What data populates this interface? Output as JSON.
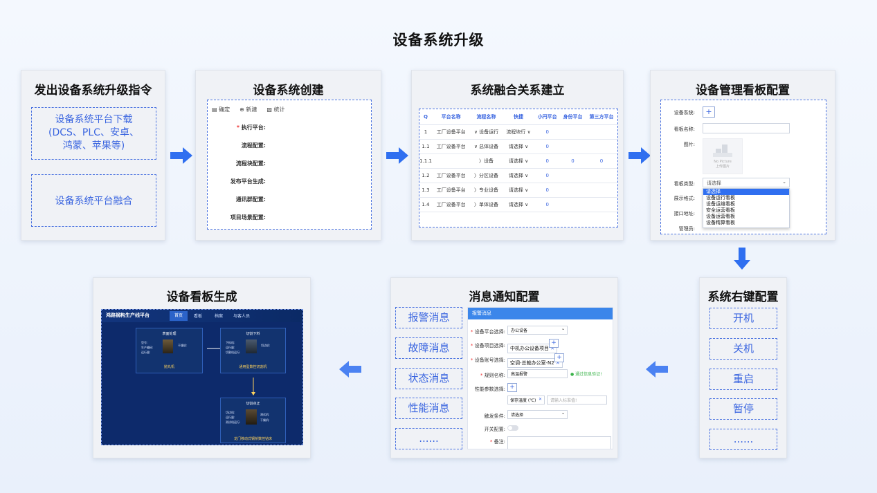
{
  "page_title": "设备系统升级",
  "colors": {
    "accent": "#3b66e0",
    "arrow": "#2f6ff0",
    "dark_panel": "#0d2a6b"
  },
  "cards": {
    "c1": {
      "title": "发出设备系统升级指令",
      "box1": "设备系统平台下载\n(DCS、PLC、安卓、\n鸿蒙、苹果等)",
      "box2": "设备系统平台融合"
    },
    "c2": {
      "title": "设备系统创建",
      "toolbar": [
        "确定",
        "新建",
        "统计"
      ],
      "required_mark": "*",
      "fields": [
        "执行平台:",
        "流程配置:",
        "流程块配置:",
        "发布平台生成:",
        "通讯群配置:",
        "项目场景配置:"
      ]
    },
    "c3": {
      "title": "系统融合关系建立",
      "headers": [
        "Q",
        "平台名称",
        "流程名称",
        "快捷",
        "小円平台",
        "身份平台",
        "第三方平台"
      ],
      "rows": [
        [
          "1",
          "工厂设备平台",
          "∨ 设备运行",
          "流程块行 ∨",
          "0",
          "",
          ""
        ],
        [
          "1.1",
          "工厂设备平台",
          "∨ 总体设备",
          "请选择 ∨",
          "0",
          "",
          ""
        ],
        [
          "1.1.1",
          "",
          "〉设备",
          "请选择 ∨",
          "0",
          "0",
          "0"
        ],
        [
          "1.2",
          "工厂设备平台",
          "〉分区设备",
          "请选择 ∨",
          "0",
          "",
          ""
        ],
        [
          "1.3",
          "工厂设备平台",
          "〉专业设备",
          "请选择 ∨",
          "0",
          "",
          ""
        ],
        [
          "1.4",
          "工厂设备平台",
          "〉单体设备",
          "请选择 ∨",
          "0",
          "",
          ""
        ]
      ]
    },
    "c4": {
      "title": "设备管理看板配置",
      "labels": [
        "设备系统:",
        "看板名称:",
        "图片:",
        "看板类型:",
        "展示格式:",
        "接口地址:",
        "管理员:"
      ],
      "plus": "+",
      "nopic_line1": "No Picture",
      "nopic_line2": "上传图片",
      "select_value": "请选择",
      "options": [
        "请选择",
        "设备运行看板",
        "设备运维看板",
        "安全运营看板",
        "设备运营看板",
        "设备精算看板"
      ]
    },
    "c5": {
      "title": "系统右键配置",
      "items": [
        "开机",
        "关机",
        "重启",
        "暂停",
        "......"
      ]
    },
    "c6": {
      "title": "消息通知配置",
      "items": [
        "报警消息",
        "故障消息",
        "状态消息",
        "性能消息",
        "......"
      ],
      "form_header": "报警消息",
      "labels": [
        "设备平台选择:",
        "设备项目选择:",
        "设备账号选择:",
        "规则名称:",
        "性能参数选择:",
        "触发条件:",
        "开关配置:",
        "备注:"
      ],
      "platform_value": "办公设备",
      "project_tag": "中机办公设备项目",
      "account_tag": "空调-总裁办公室-N2",
      "rule_value": "高温报警",
      "rule_check": "通过信息验证!",
      "param_tag": "保存温度 (℃)",
      "param_placeholder": "请输入标准值!",
      "trigger_value": "请选择"
    },
    "c7": {
      "title": "设备看板生成",
      "header": "鸿路钢构生产线平台",
      "tabs": [
        "首页",
        "看板",
        "档案",
        "与客人员"
      ],
      "node1": {
        "title": "表面处理",
        "fields": [
          "型号:",
          "生产编码:",
          "运行量:"
        ],
        "extra": "干燥机:",
        "caption": "抛丸机"
      },
      "node2": {
        "title": "切割下料",
        "fields": [
          "下料机:",
          "运行量:",
          "切割机运行:"
        ],
        "extra": "切边机:",
        "caption": "通用型数控切割机"
      },
      "node3": {
        "title": "切割点正",
        "fields": [
          "切边机:",
          "运行量:",
          "测试机运行:"
        ],
        "extra": "测试机:",
        "extra2": "干燥机:",
        "caption": "龙门移动式钢桥数控钻床"
      }
    }
  }
}
